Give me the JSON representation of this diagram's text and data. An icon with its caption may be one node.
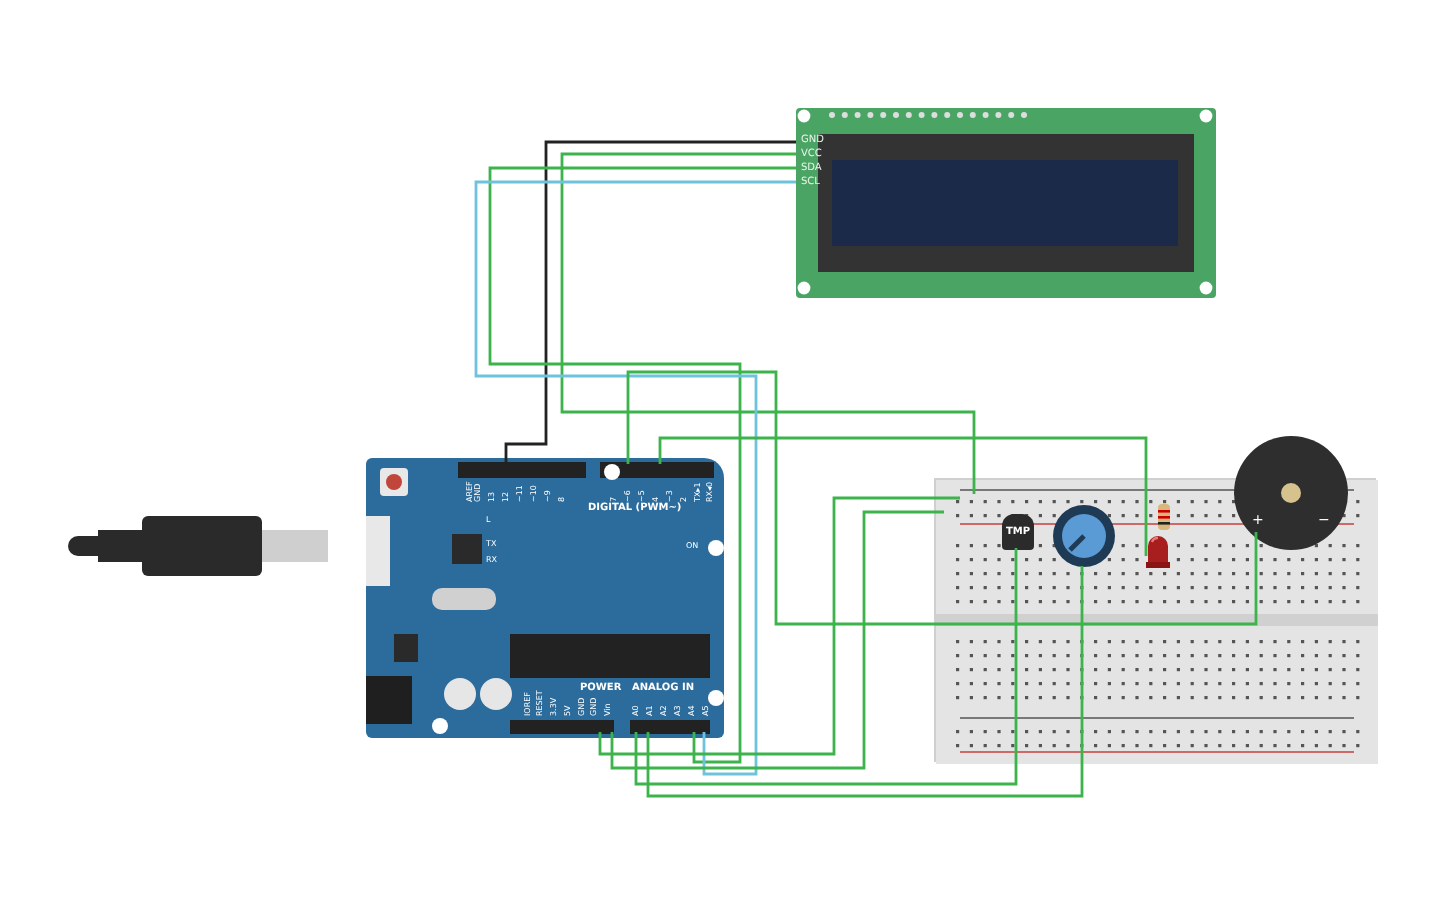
{
  "diagram": {
    "nodes": [
      {
        "text": [
          "GND",
          "VCC",
          "SDA",
          "SCL"
        ]
      },
      {
        "text": [
          "DIGITAL (PWM~)",
          "POWER",
          "ANALOG IN"
        ]
      },
      {
        "text": [],
        "shape": "box"
      },
      {
        "text": [
          "TMP"
        ],
        "in": 2
      },
      {
        "text": [],
        "shape": "picture",
        "in": 2
      },
      {
        "text": [],
        "shape": "picture",
        "in": 2
      },
      {
        "text": [],
        "shape": "picture",
        "in": 2
      },
      {
        "text": [
          "+",
          "−"
        ]
      },
      {
        "text": [],
        "shape": "picture"
      }
    ],
    "edges": [
      {
        "from": 0,
        "to": 1,
        "arrow": "none",
        "color": "#222222"
      },
      {
        "from": 0,
        "to": 2,
        "arrow": "none"
      },
      {
        "from": 0,
        "to": 1,
        "arrow": "none"
      },
      {
        "from": 0,
        "to": 1,
        "arrow": "none",
        "color": "#6ec3dc"
      },
      {
        "from": 1,
        "to": 7,
        "arrow": "none"
      },
      {
        "from": 1,
        "to": 6,
        "arrow": "none"
      },
      {
        "from": 1,
        "to": 2,
        "arrow": "none"
      },
      {
        "from": 1,
        "to": 2,
        "arrow": "none"
      },
      {
        "from": 1,
        "to": 3,
        "arrow": "none"
      },
      {
        "from": 1,
        "to": 4,
        "arrow": "none"
      }
    ],
    "labels": [
      "AREF",
      "GND",
      "13",
      "12",
      "~11",
      "~10",
      "~9",
      "8",
      "7",
      "~6",
      "~5",
      "4",
      "~3",
      "2",
      "TX▸1",
      "RX◂0",
      "L",
      "TX",
      "RX",
      "ON",
      "IOREF",
      "RESET",
      "3.3V",
      "5V",
      "GND",
      "GND",
      "Vin",
      "A0",
      "A1",
      "A2",
      "A3",
      "A4",
      "A5"
    ]
  }
}
